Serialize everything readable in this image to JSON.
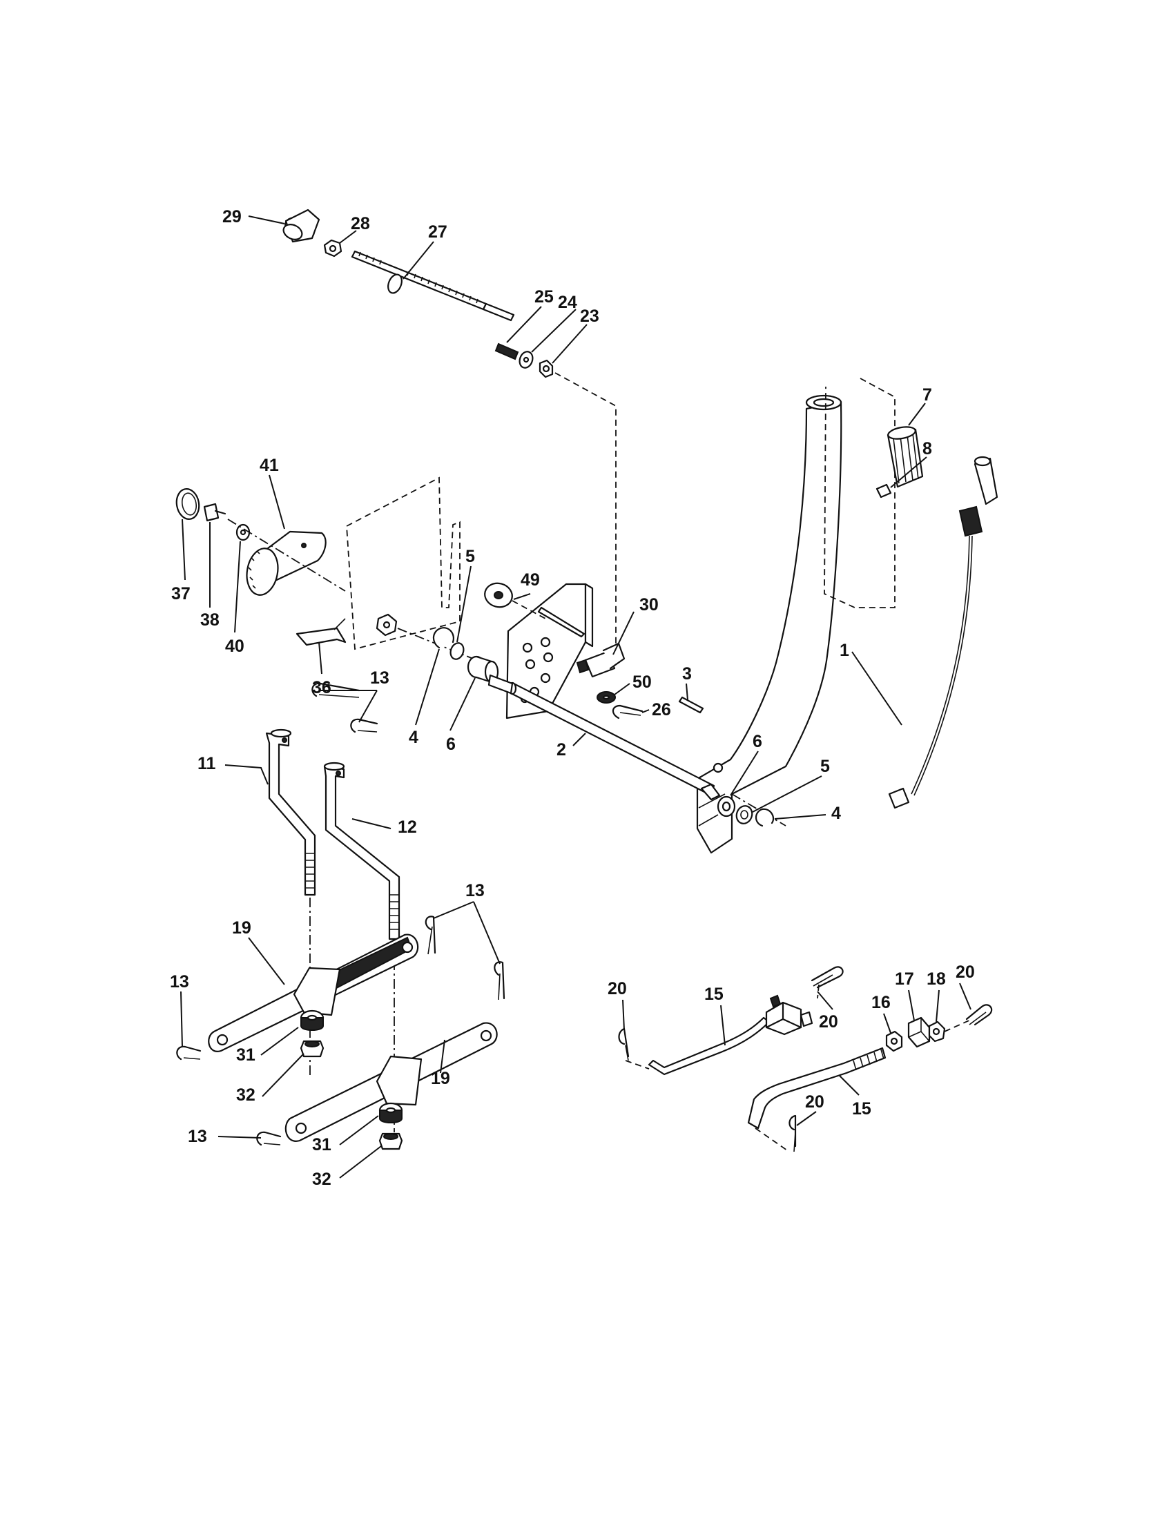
{
  "callouts": [
    {
      "id": "c29",
      "label": "29"
    },
    {
      "id": "c28",
      "label": "28"
    },
    {
      "id": "c27",
      "label": "27"
    },
    {
      "id": "c25",
      "label": "25"
    },
    {
      "id": "c24",
      "label": "24"
    },
    {
      "id": "c23",
      "label": "23"
    },
    {
      "id": "c7",
      "label": "7"
    },
    {
      "id": "c8",
      "label": "8"
    },
    {
      "id": "c41",
      "label": "41"
    },
    {
      "id": "c37",
      "label": "37"
    },
    {
      "id": "c38",
      "label": "38"
    },
    {
      "id": "c40",
      "label": "40"
    },
    {
      "id": "c36",
      "label": "36"
    },
    {
      "id": "c5a",
      "label": "5"
    },
    {
      "id": "c49",
      "label": "49"
    },
    {
      "id": "c30",
      "label": "30"
    },
    {
      "id": "c4a",
      "label": "4"
    },
    {
      "id": "c6a",
      "label": "6"
    },
    {
      "id": "c50",
      "label": "50"
    },
    {
      "id": "c3",
      "label": "3"
    },
    {
      "id": "c26",
      "label": "26"
    },
    {
      "id": "c1",
      "label": "1"
    },
    {
      "id": "c2",
      "label": "2"
    },
    {
      "id": "c6b",
      "label": "6"
    },
    {
      "id": "c5b",
      "label": "5"
    },
    {
      "id": "c4b",
      "label": "4"
    },
    {
      "id": "c13a",
      "label": "13"
    },
    {
      "id": "c11",
      "label": "11"
    },
    {
      "id": "c12",
      "label": "12"
    },
    {
      "id": "c13b",
      "label": "13"
    },
    {
      "id": "c19a",
      "label": "19"
    },
    {
      "id": "c13c",
      "label": "13"
    },
    {
      "id": "c31a",
      "label": "31"
    },
    {
      "id": "c32a",
      "label": "32"
    },
    {
      "id": "c19b",
      "label": "19"
    },
    {
      "id": "c13d",
      "label": "13"
    },
    {
      "id": "c31b",
      "label": "31"
    },
    {
      "id": "c32b",
      "label": "32"
    },
    {
      "id": "c20a",
      "label": "20"
    },
    {
      "id": "c15a",
      "label": "15"
    },
    {
      "id": "c20b",
      "label": "20"
    },
    {
      "id": "c17",
      "label": "17"
    },
    {
      "id": "c18",
      "label": "18"
    },
    {
      "id": "c20c",
      "label": "20"
    },
    {
      "id": "c16",
      "label": "16"
    },
    {
      "id": "c20d",
      "label": "20"
    },
    {
      "id": "c15b",
      "label": "15"
    }
  ]
}
